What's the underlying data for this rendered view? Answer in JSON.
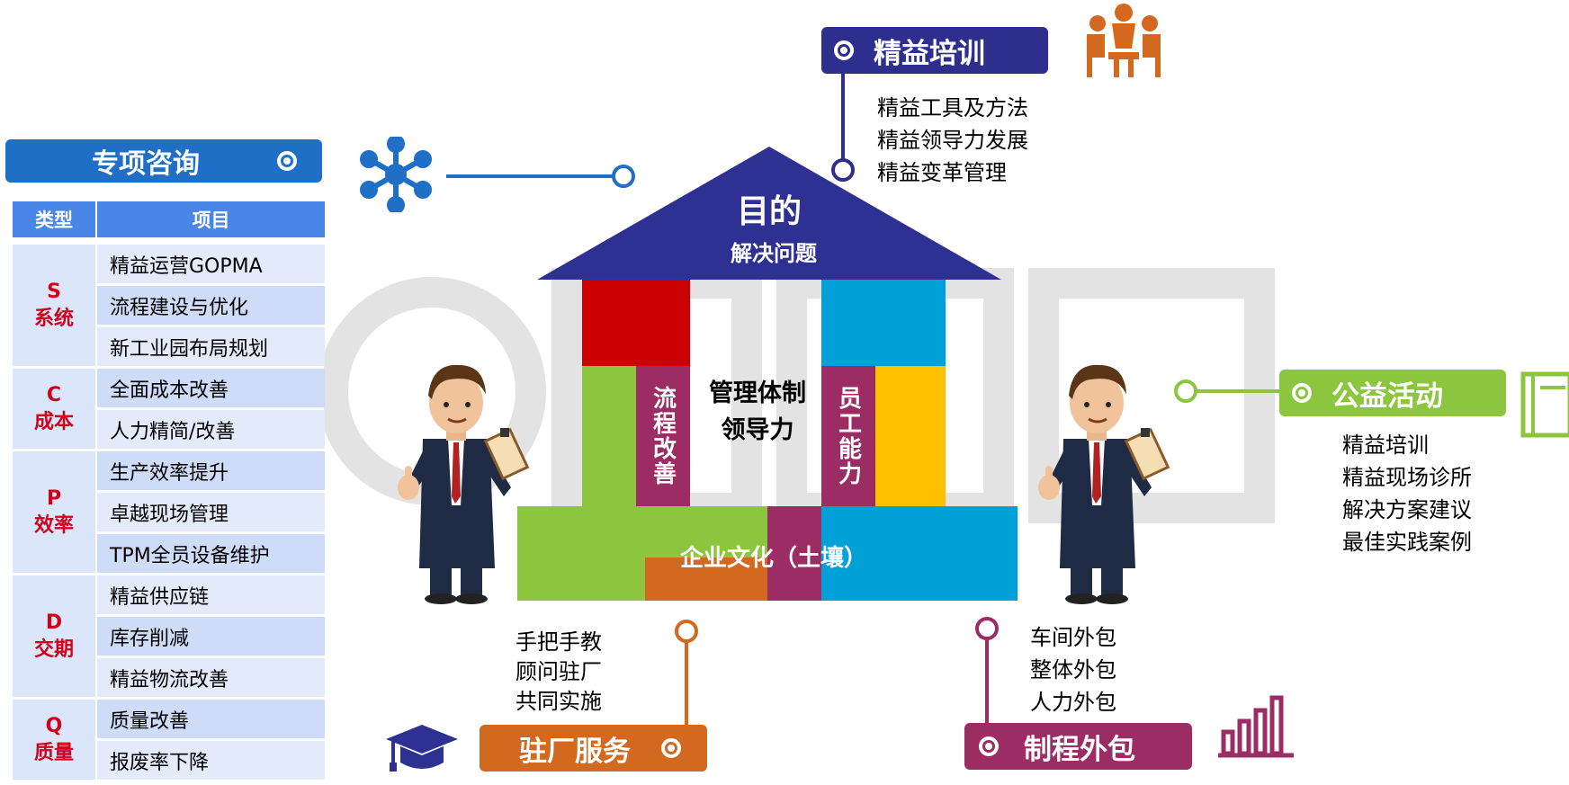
{
  "consult": {
    "title": "专项咨询",
    "col_type": "类型",
    "col_item": "项目",
    "groups": [
      {
        "code": "S",
        "name": "系统",
        "items": [
          "精益运营GOPMA",
          "流程建设与优化",
          "新工业园布局规划"
        ]
      },
      {
        "code": "C",
        "name": "成本",
        "items": [
          "全面成本改善",
          "人力精简/改善"
        ]
      },
      {
        "code": "P",
        "name": "效率",
        "items": [
          "生产效率提升",
          "卓越现场管理",
          "TPM全员设备维护"
        ]
      },
      {
        "code": "D",
        "name": "交期",
        "items": [
          "精益供应链",
          "库存削减",
          "精益物流改善"
        ]
      },
      {
        "code": "Q",
        "name": "质量",
        "items": [
          "质量改善",
          "报废率下降"
        ]
      }
    ]
  },
  "training": {
    "title": "精益培训",
    "items": [
      "精益工具及方法",
      "精益领导力发展",
      "精益变革管理"
    ]
  },
  "public": {
    "title": "公益活动",
    "items": [
      "精益培训",
      "精益现场诊所",
      "解决方案建议",
      "最佳实践案例"
    ]
  },
  "onsite": {
    "title": "驻厂服务",
    "items": [
      "手把手教",
      "顾问驻厂",
      "共同实施"
    ]
  },
  "outsource": {
    "title": "制程外包",
    "items": [
      "车间外包",
      "整体外包",
      "人力外包"
    ]
  },
  "house": {
    "roof_title": "目的",
    "roof_subtitle": "解决问题",
    "pillar_left": "流程改善",
    "pillar_right": "员工能力",
    "center_line1": "管理体制",
    "center_line2": "领导力",
    "base": "企业文化（土壤）"
  },
  "colors": {
    "consult": "#1f6fc7",
    "training": "#2e2e8f",
    "public": "#8cc63f",
    "onsite": "#d2691e",
    "outsource": "#9b2d64"
  }
}
